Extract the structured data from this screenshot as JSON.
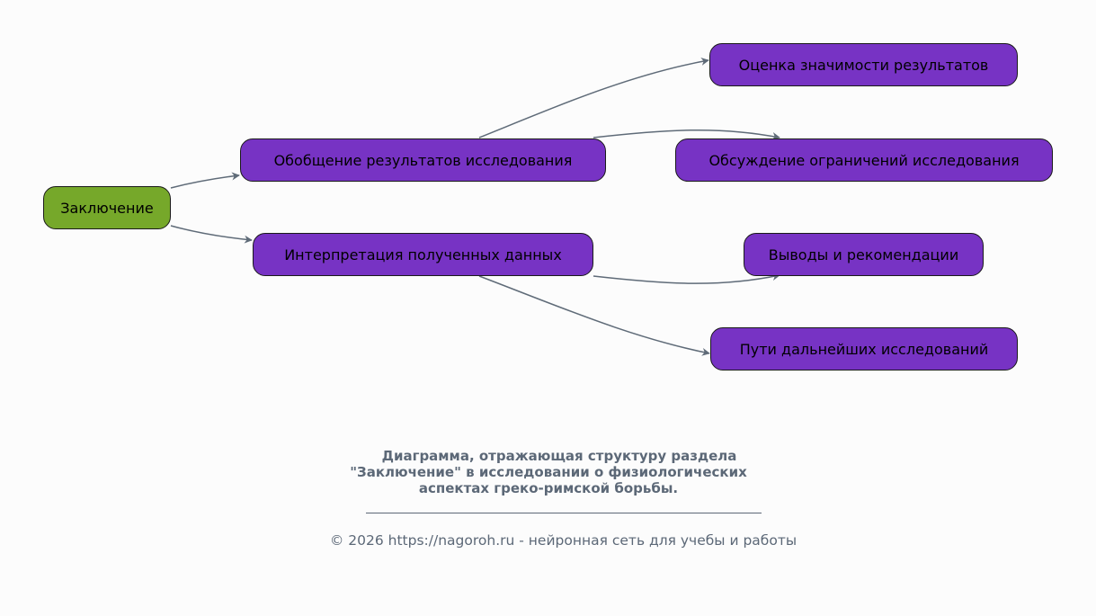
{
  "diagram": {
    "root": {
      "label": "Заключение",
      "color": "#76a82a"
    },
    "branches": [
      {
        "label": "Обобщение результатов исследования",
        "color": "#7733c4",
        "children": [
          {
            "label": "Оценка значимости результатов"
          },
          {
            "label": "Обсуждение ограничений исследования"
          }
        ]
      },
      {
        "label": "Интерпретация полученных данных",
        "color": "#7733c4",
        "children": [
          {
            "label": "Выводы и рекомендации"
          },
          {
            "label": "Пути дальнейших исследований"
          }
        ]
      }
    ],
    "edge_color": "#5f6b78"
  },
  "caption": {
    "lines": [
      "Диаграмма, отражающая структуру раздела",
      "\"Заключение\" в исследовании о физиологических",
      "аспектах греко-римской борьбы."
    ]
  },
  "footer": {
    "text": "© 2026 https://nagoroh.ru - нейронная сеть для учебы и работы"
  }
}
